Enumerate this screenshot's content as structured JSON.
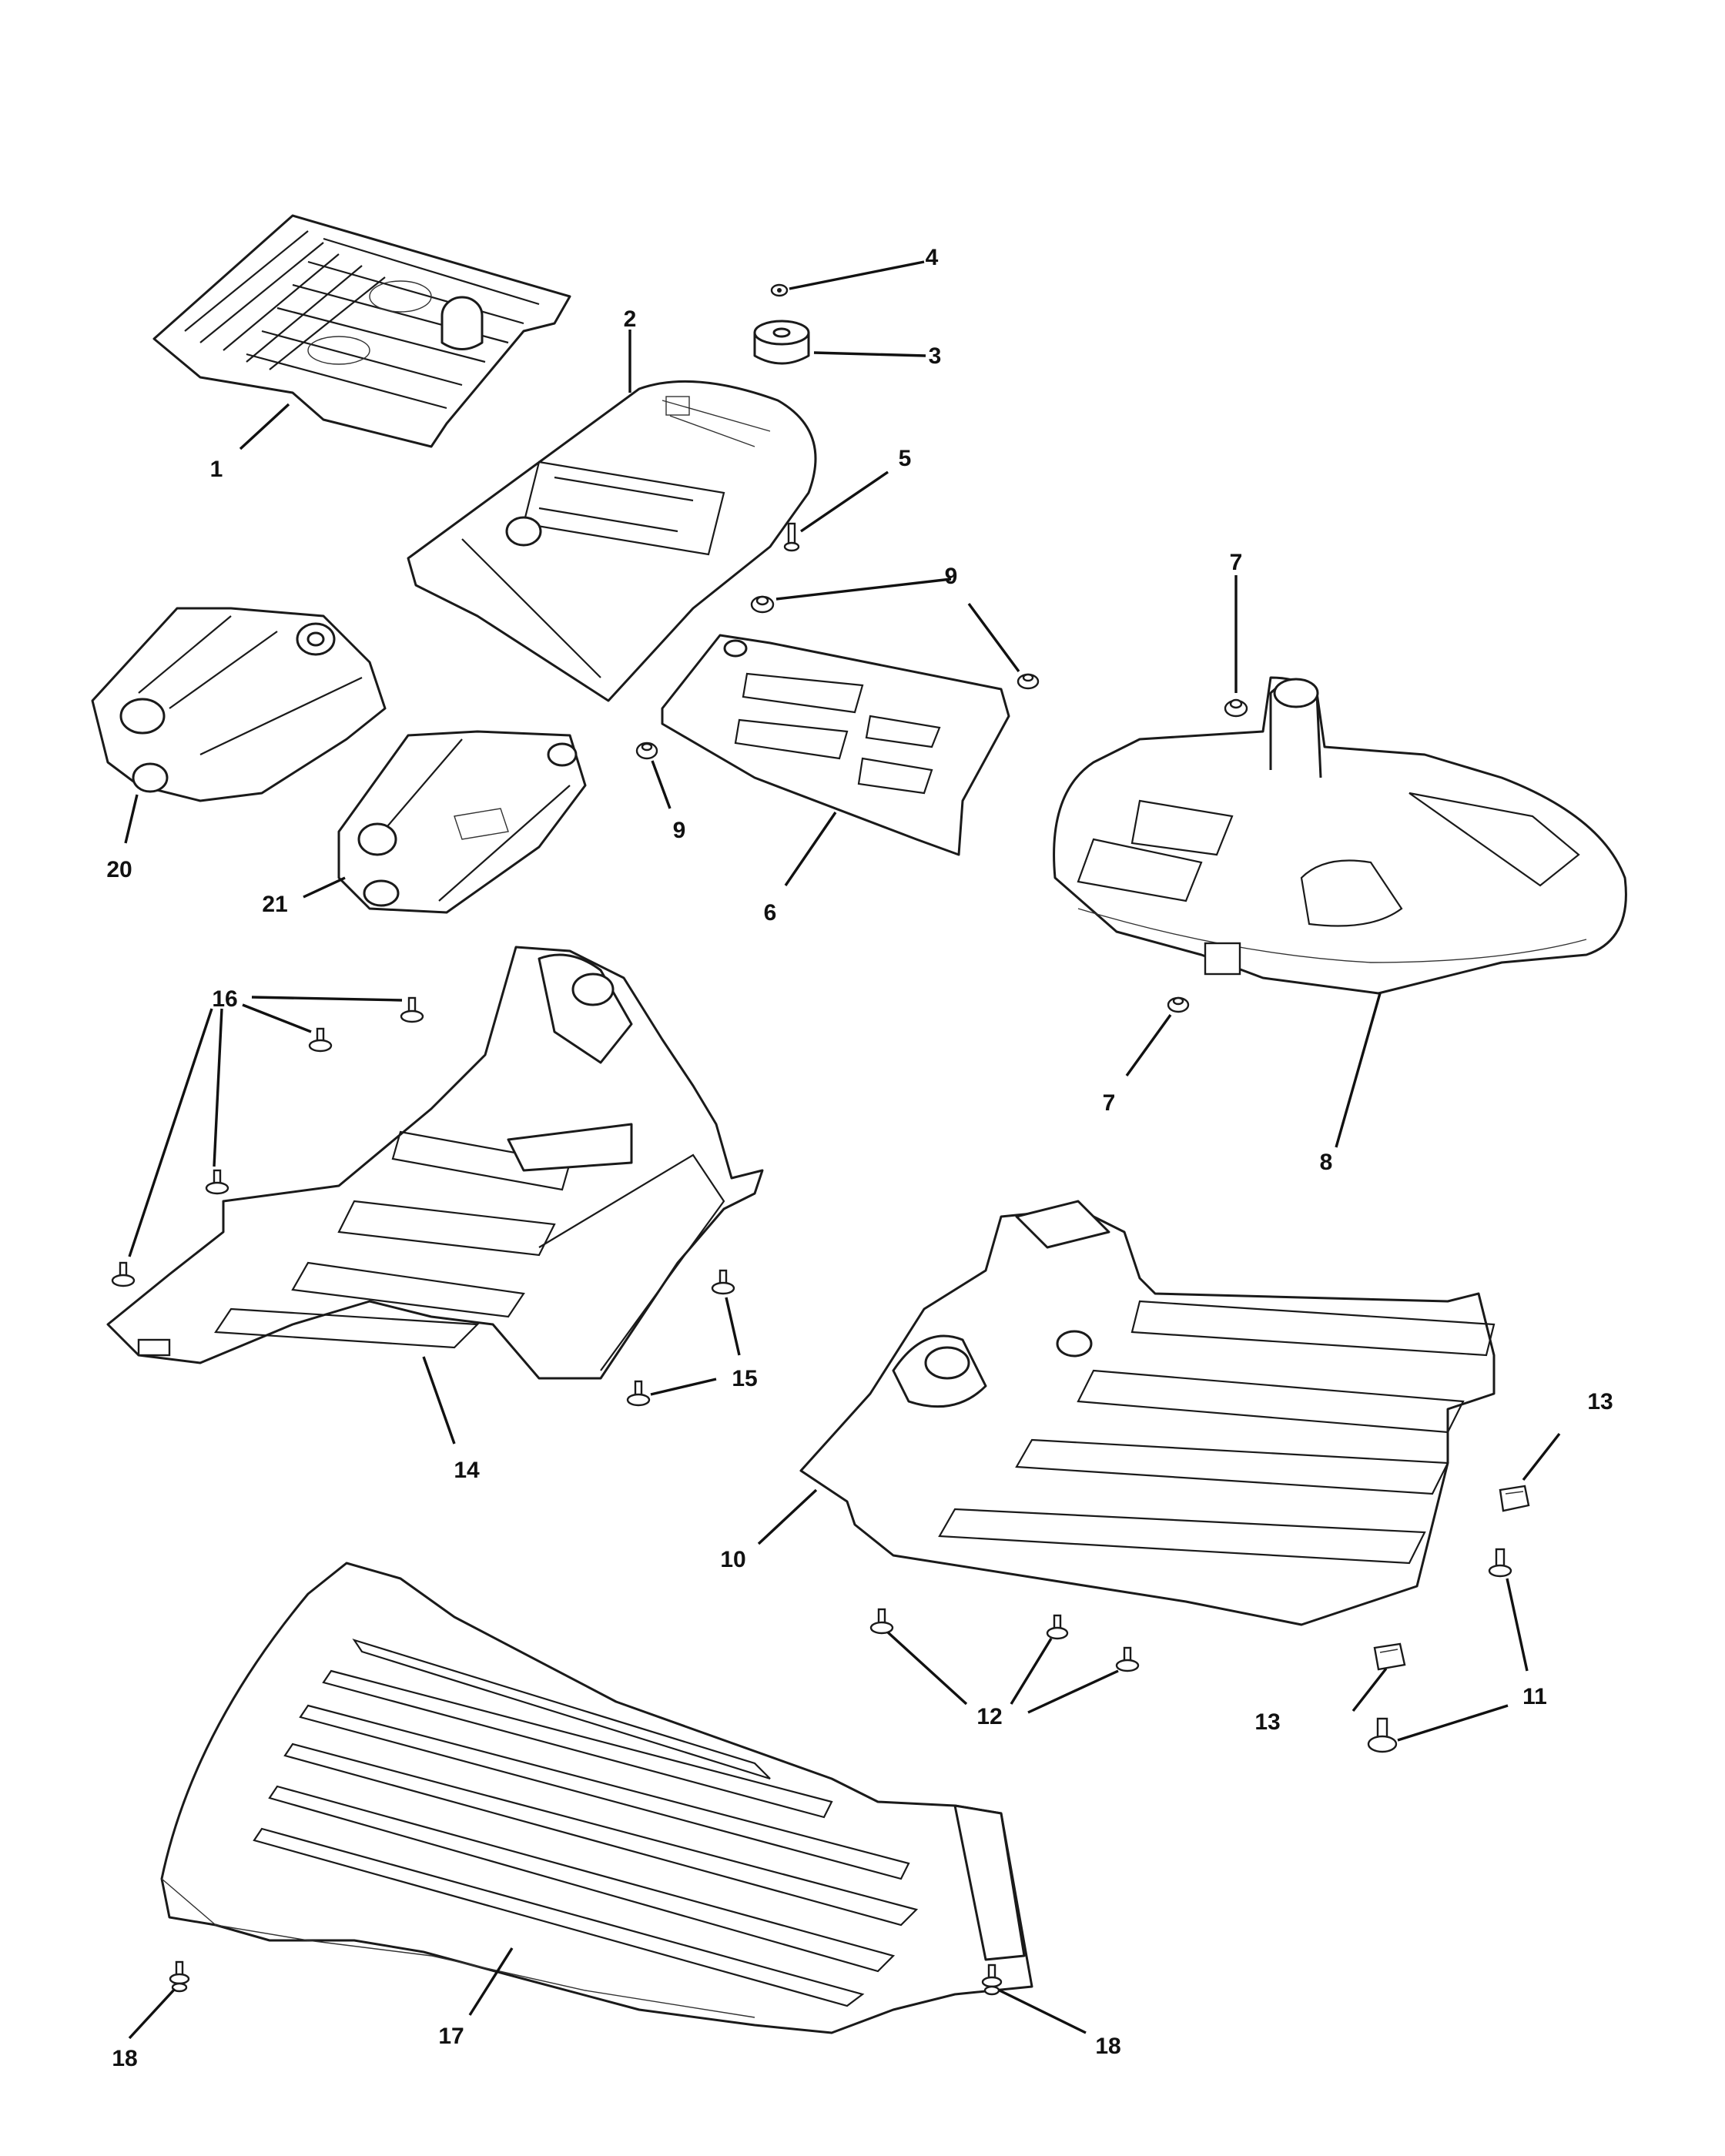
{
  "callouts": {
    "c1": "1",
    "c2": "2",
    "c3": "3",
    "c4": "4",
    "c5": "5",
    "c6": "6",
    "c7a": "7",
    "c7b": "7",
    "c8": "8",
    "c9a": "9",
    "c9b": "9",
    "c10": "10",
    "c11": "11",
    "c12": "12",
    "c13a": "13",
    "c13b": "13",
    "c14": "14",
    "c15": "15",
    "c16": "16",
    "c17": "17",
    "c18a": "18",
    "c18b": "18",
    "c20": "20",
    "c21": "21"
  },
  "colors": {
    "line": "#1a1a1a",
    "background": "#ffffff"
  }
}
